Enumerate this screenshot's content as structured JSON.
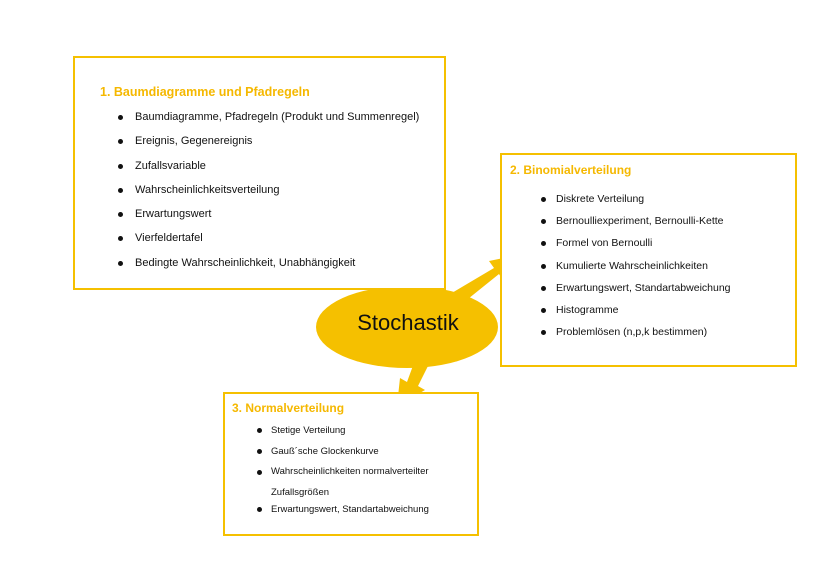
{
  "center": {
    "label": "Stochastik"
  },
  "colors": {
    "accent": "#f5c000",
    "title": "#f5b800"
  },
  "boxes": {
    "baum": {
      "title": "1.  Baumdiagramme und Pfadregeln",
      "items": [
        "Baumdiagramme, Pfadregeln (Produkt und Summenregel)",
        "Ereignis, Gegenereignis",
        "Zufallsvariable",
        "Wahrscheinlichkeitsverteilung",
        "Erwartungswert",
        "Vierfeldertafel",
        "Bedingte Wahrscheinlichkeit, Unabhängigkeit"
      ]
    },
    "binomial": {
      "title": "2. Binomialverteilung",
      "items": [
        "Diskrete Verteilung",
        "Bernoulliexperiment, Bernoulli-Kette",
        "Formel von Bernoulli",
        "Kumulierte Wahrscheinlichkeiten",
        "Erwartungswert, Standartabweichung",
        "Histogramme",
        "Problemlösen (n,p,k bestimmen)"
      ]
    },
    "normal": {
      "title": "3. Normalverteilung",
      "items": [
        "Stetige Verteilung",
        "Gauß´sche Glockenkurve",
        "Wahrscheinlichkeiten normalverteilter Zufallsgrößen",
        "Erwartungswert, Standartabweichung"
      ]
    }
  }
}
